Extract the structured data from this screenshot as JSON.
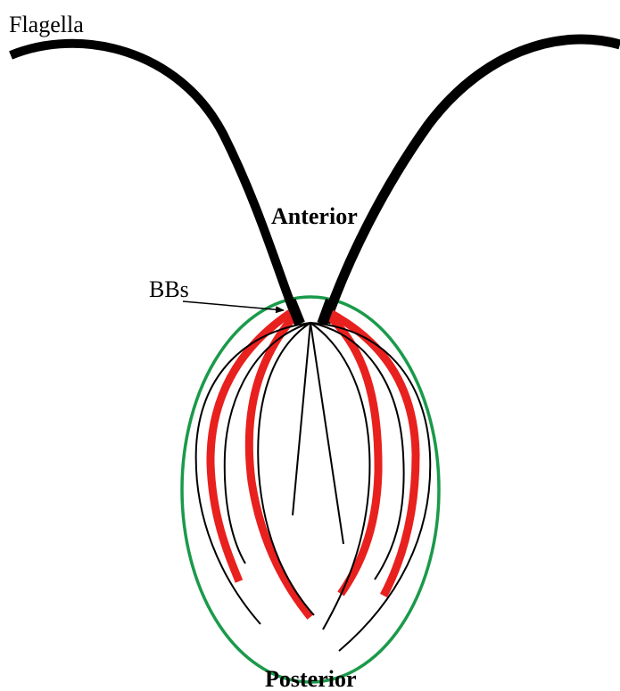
{
  "labels": {
    "flagella": "Flagella",
    "anterior": "Anterior",
    "bbs": "BBs",
    "posterior": "Posterior"
  },
  "colors": {
    "flagella": "#000000",
    "cell_outline": "#1a9a4a",
    "red_fibers": "#e8201e",
    "black_fibers": "#000000",
    "background": "#ffffff"
  }
}
